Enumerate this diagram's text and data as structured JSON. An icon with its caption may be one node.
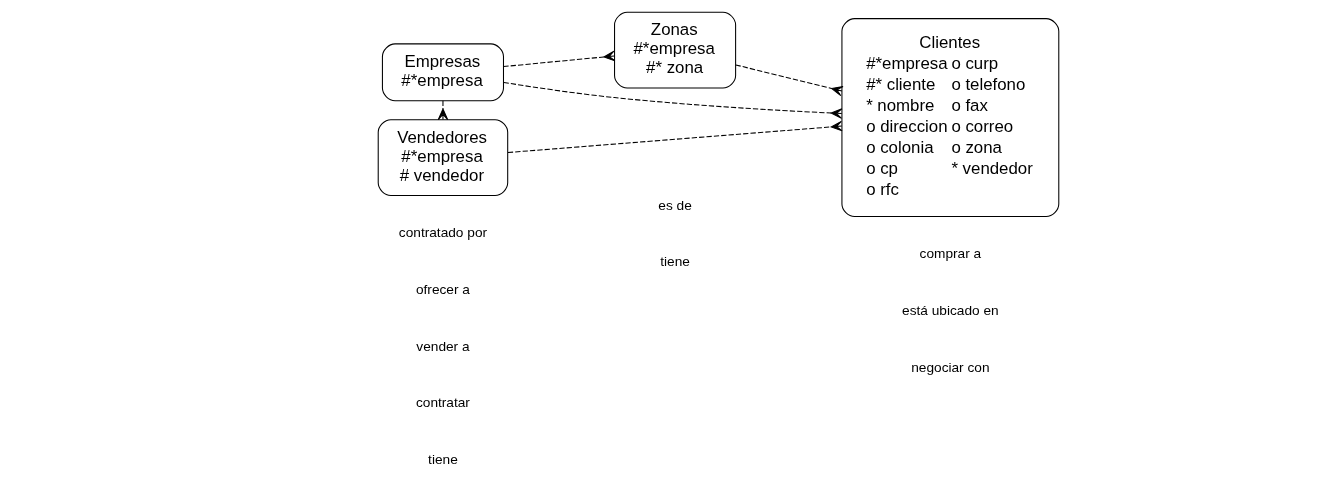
{
  "diagram": {
    "nodes": [
      {
        "text": [
          "Empresas",
          "#*empresa"
        ]
      },
      {
        "text": [
          "Zonas",
          "#*empresa",
          "#* zona"
        ]
      },
      {
        "text": [
          "Clientes",
          "#*empresa",
          "#* cliente",
          "* nombre",
          "o direccion",
          "o colonia",
          "o cp",
          "o rfc",
          "o curp",
          "o telefono",
          "o fax",
          "o correo",
          "o zona",
          "* vendedor"
        ]
      },
      {
        "text": [
          "Vendedores",
          "#*empresa",
          "# vendedor"
        ]
      }
    ],
    "edges": [
      {
        "from": 0,
        "to": 2,
        "arrow": "other",
        "style": "dashed"
      },
      {
        "from": 0,
        "to": 1,
        "arrow": "other",
        "style": "dashed"
      },
      {
        "from": 0,
        "to": 3,
        "arrow": "other",
        "style": "dashed"
      },
      {
        "from": 1,
        "to": 2,
        "arrow": "other",
        "style": "dashed"
      },
      {
        "from": 3,
        "to": 2,
        "arrow": "other",
        "style": "dashed"
      }
    ],
    "labels": [
      "vender a",
      "comprar a",
      "contratar",
      "tiene",
      "es de",
      "tiene",
      "contratado por",
      "está ubicado en",
      "negociar con",
      "ofrecer a"
    ]
  }
}
